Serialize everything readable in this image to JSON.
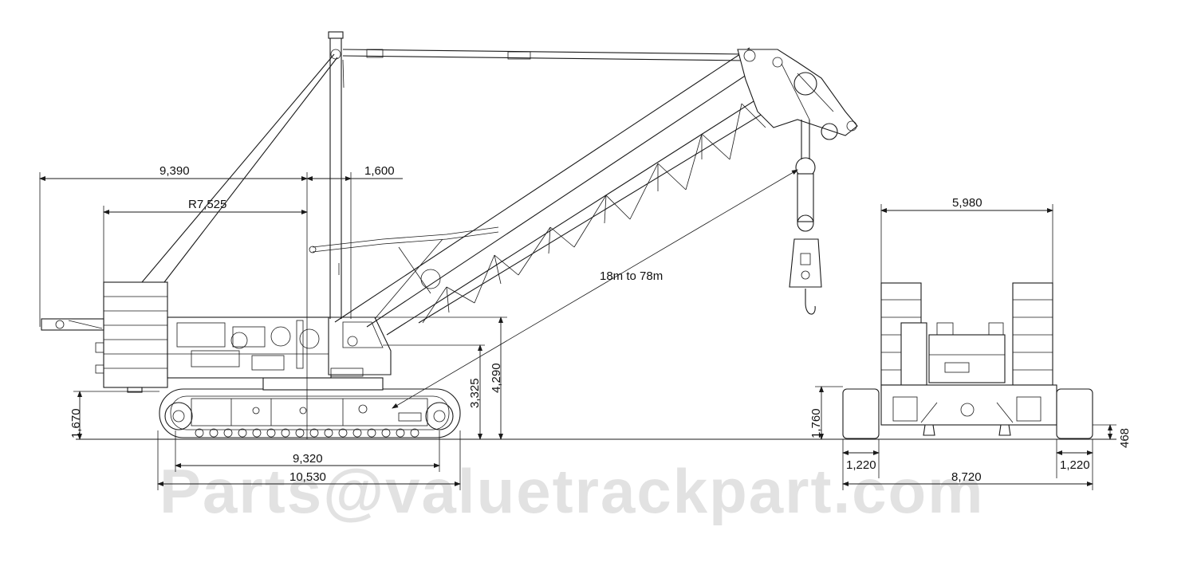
{
  "side_view": {
    "dim_tail_reach": "9,390",
    "dim_mast_offset": "1,600",
    "dim_tail_radius": "R7,525",
    "boom_length": "18m to 78m",
    "dim_height_cab": "4,290",
    "dim_height_upper": "3,325",
    "dim_track_height": "1,670",
    "dim_tumbler_centers": "9,320",
    "dim_overall_length": "10,530"
  },
  "rear_view": {
    "dim_counterweight_width": "5,980",
    "dim_carbody_height": "1,760",
    "dim_ground_clearance": "468",
    "dim_left_track_width": "1,220",
    "dim_right_track_width": "1,220",
    "dim_overall_width": "8,720"
  },
  "watermark": "Parts@valuetrackpart.com"
}
